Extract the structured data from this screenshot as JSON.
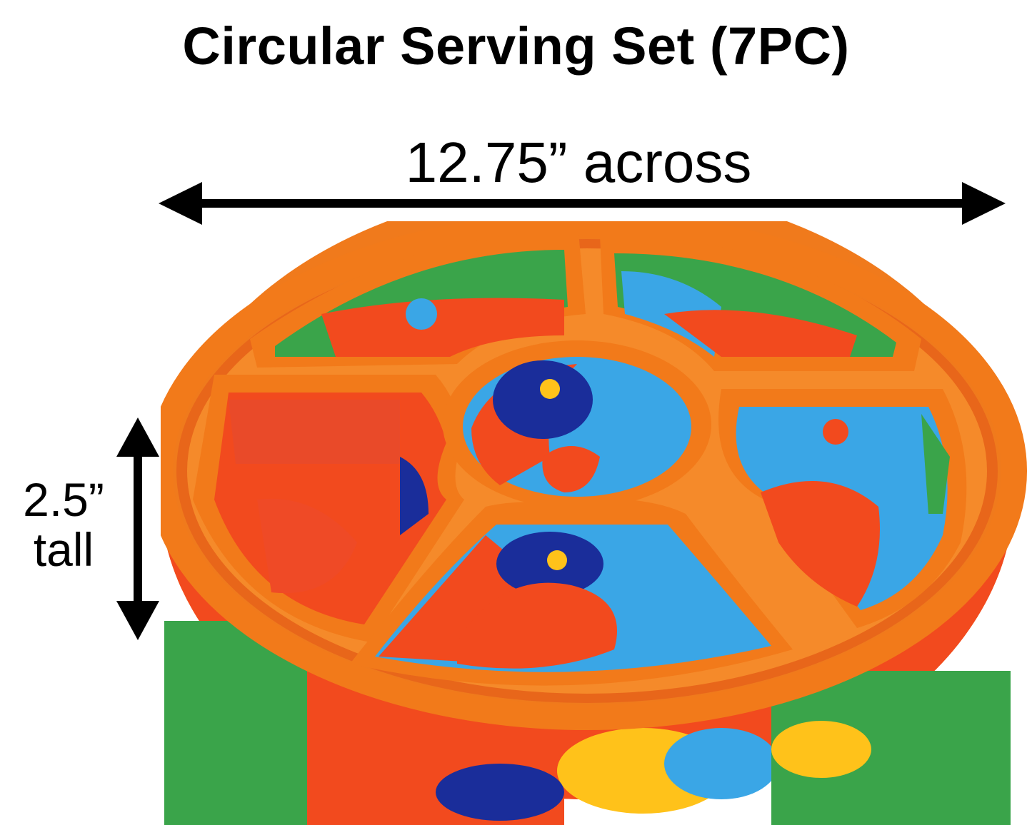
{
  "title": "Circular Serving Set (7PC)",
  "width_dimension": {
    "label": "12.75” across"
  },
  "height_dimension": {
    "line1": "2.5”",
    "line2": "tall"
  },
  "photo": {
    "subject": "talavera-serving-set",
    "colors": {
      "orange": "#f27a1a",
      "red_orange": "#f24a1e",
      "sky_blue": "#3aa6e6",
      "cobalt": "#1a2d9a",
      "green": "#3aa44a",
      "yellow": "#ffc21a"
    }
  },
  "arrow_color": "#000000"
}
